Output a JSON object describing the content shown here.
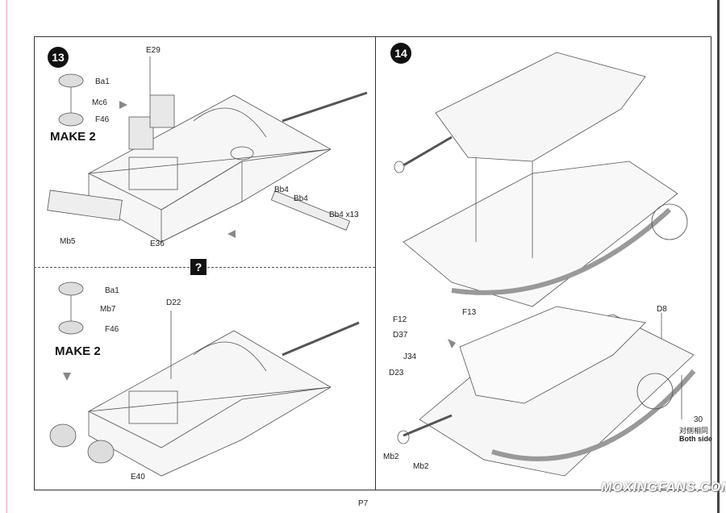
{
  "page_number": "P7",
  "watermark": "MOXINGFANS.COM",
  "step13": {
    "number": "13",
    "make_label_top": "MAKE 2",
    "make_label_bottom": "MAKE 2",
    "question_mark": "?",
    "parts_top": {
      "ba1": "Ba1",
      "mc6": "Mc6",
      "f46": "F46",
      "e29": "E29",
      "bb4a": "Bb4",
      "bb4b": "Bb4",
      "bb4c": "Bb4  x13",
      "mb5": "Mb5",
      "e36": "E36"
    },
    "parts_bottom": {
      "ba1": "Ba1",
      "mb7": "Mb7",
      "f46": "F46",
      "d22": "D22",
      "e40": "E40"
    }
  },
  "step14": {
    "number": "14",
    "parts": {
      "f12": "F12",
      "f13": "F13",
      "d37": "D37",
      "j34": "J34",
      "d23": "D23",
      "d8": "D8",
      "mb2a": "Mb2",
      "mb2b": "Mb2",
      "p30": "30"
    },
    "note_cn": "对侧相同",
    "note_en": "Both side"
  },
  "colors": {
    "line": "#333333",
    "accent_margin": "#e9a3b6"
  }
}
